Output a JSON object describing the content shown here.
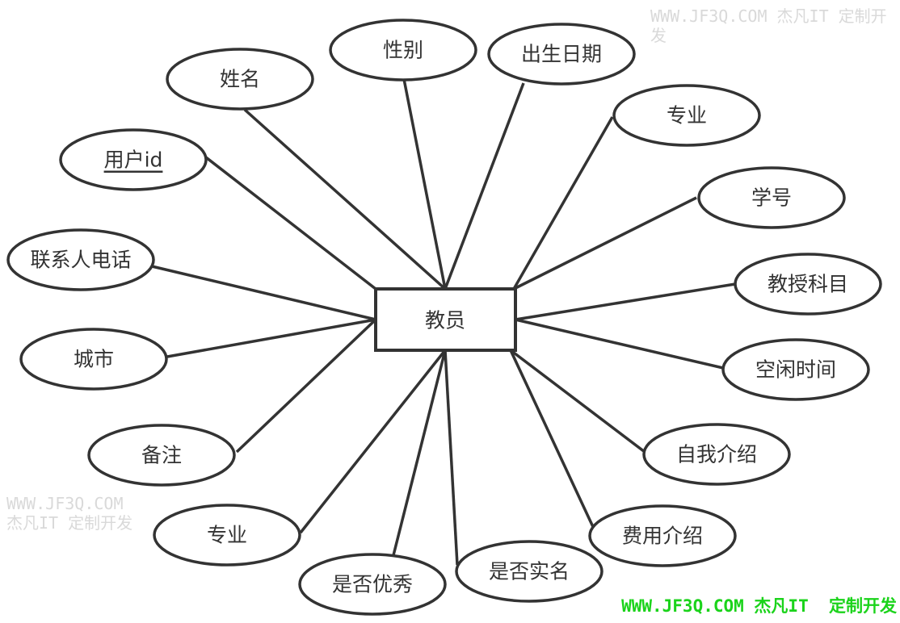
{
  "entity": {
    "label": "教员"
  },
  "attributes": [
    {
      "label": "姓名",
      "key": false
    },
    {
      "label": "性别",
      "key": false
    },
    {
      "label": "出生日期",
      "key": false
    },
    {
      "label": "专业",
      "key": false
    },
    {
      "label": "学号",
      "key": false
    },
    {
      "label": "教授科目",
      "key": false
    },
    {
      "label": "空闲时间",
      "key": false
    },
    {
      "label": "自我介绍",
      "key": false
    },
    {
      "label": "费用介绍",
      "key": false
    },
    {
      "label": "是否实名",
      "key": false
    },
    {
      "label": "是否优秀",
      "key": false
    },
    {
      "label": "专业",
      "key": false
    },
    {
      "label": "备注",
      "key": false
    },
    {
      "label": "城市",
      "key": false
    },
    {
      "label": "联系人电话",
      "key": false
    },
    {
      "label": "用户id",
      "key": true
    }
  ],
  "watermark": "WWW.JF3Q.COM 杰凡IT 定制开发",
  "footer": "WWW.JF3Q.COM 杰凡IT  定制开发",
  "colors": {
    "stroke": "#333333",
    "footer": "#1bd31b",
    "watermark": "#d9d9d9"
  }
}
